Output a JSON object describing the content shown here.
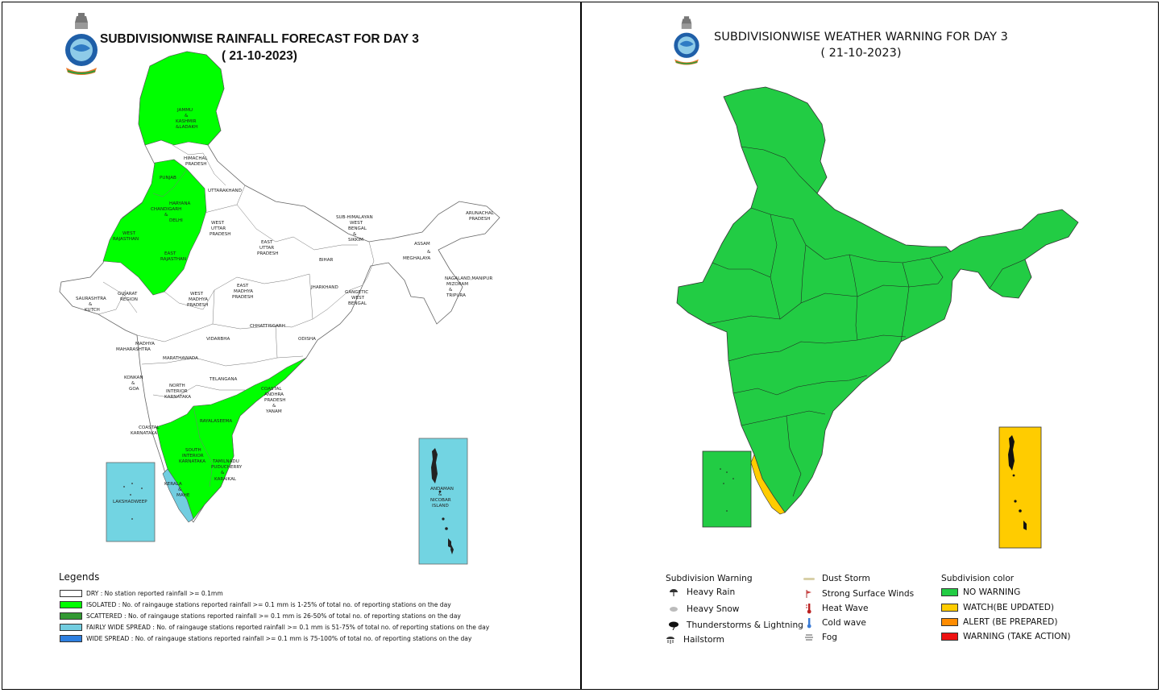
{
  "left_panel": {
    "title_line1": "SUBDIVISIONWISE RAINFALL  FORECAST FOR DAY 3",
    "title_line2": "( 21-10-2023)",
    "map_labels": [
      {
        "id": "jk1",
        "text": "JAMMU"
      },
      {
        "id": "jk2",
        "text": "&"
      },
      {
        "id": "jk3",
        "text": "KASHMIR"
      },
      {
        "id": "jk4",
        "text": "&LADAKH"
      },
      {
        "id": "hp1",
        "text": "HIMACHAL"
      },
      {
        "id": "hp2",
        "text": "PRADESH"
      },
      {
        "id": "pb",
        "text": "PUNJAB"
      },
      {
        "id": "hr1",
        "text": "HARYANA"
      },
      {
        "id": "hr2",
        "text": "CHANDIGARH"
      },
      {
        "id": "hr3",
        "text": "&"
      },
      {
        "id": "hr4",
        "text": "DELHI"
      },
      {
        "id": "uk",
        "text": "UTTARAKHAND"
      },
      {
        "id": "wr1",
        "text": "WEST"
      },
      {
        "id": "wr2",
        "text": "RAJASTHAN"
      },
      {
        "id": "er1",
        "text": "EAST"
      },
      {
        "id": "er2",
        "text": "RAJASTHAN"
      },
      {
        "id": "wu1",
        "text": "WEST"
      },
      {
        "id": "wu2",
        "text": "UTTAR"
      },
      {
        "id": "wu3",
        "text": "PRADESH"
      },
      {
        "id": "eu1",
        "text": "EAST"
      },
      {
        "id": "eu2",
        "text": "UTTAR"
      },
      {
        "id": "eu3",
        "text": "PRADESH"
      },
      {
        "id": "bh",
        "text": "BIHAR"
      },
      {
        "id": "sh1",
        "text": "SUB-HIMALAYAN"
      },
      {
        "id": "sh2",
        "text": "WEST"
      },
      {
        "id": "sh3",
        "text": "BENGAL"
      },
      {
        "id": "sh4",
        "text": "&"
      },
      {
        "id": "sh5",
        "text": "SIKKIM"
      },
      {
        "id": "ap1",
        "text": "ARUNACHAL"
      },
      {
        "id": "ap2",
        "text": "PRADESH"
      },
      {
        "id": "as1",
        "text": "ASSAM"
      },
      {
        "id": "as2",
        "text": "&"
      },
      {
        "id": "as3",
        "text": "MEGHALAYA"
      },
      {
        "id": "nm1",
        "text": "NAGALAND,MANIPUR"
      },
      {
        "id": "nm2",
        "text": "MIZORAM"
      },
      {
        "id": "nm3",
        "text": "&"
      },
      {
        "id": "nm4",
        "text": "TRIPURA"
      },
      {
        "id": "jh",
        "text": "JHARKHAND"
      },
      {
        "id": "gw1",
        "text": "GANGETIC"
      },
      {
        "id": "gw2",
        "text": "WEST"
      },
      {
        "id": "gw3",
        "text": "BENGAL"
      },
      {
        "id": "gj1",
        "text": "GUJARAT"
      },
      {
        "id": "gj2",
        "text": "REGION"
      },
      {
        "id": "sk1",
        "text": "SAURASHTRA"
      },
      {
        "id": "sk2",
        "text": "&"
      },
      {
        "id": "sk3",
        "text": "KUTCH"
      },
      {
        "id": "wm1",
        "text": "WEST"
      },
      {
        "id": "wm2",
        "text": "MADHYA"
      },
      {
        "id": "wm3",
        "text": "PRADESH"
      },
      {
        "id": "em1",
        "text": "EAST"
      },
      {
        "id": "em2",
        "text": "MADHYA"
      },
      {
        "id": "em3",
        "text": "PRADESH"
      },
      {
        "id": "ch",
        "text": "CHHATTISGARH"
      },
      {
        "id": "od",
        "text": "ODISHA"
      },
      {
        "id": "vd",
        "text": "VIDARBHA"
      },
      {
        "id": "mm1",
        "text": "MADHYA"
      },
      {
        "id": "mm2",
        "text": "MAHARASHTRA"
      },
      {
        "id": "mt",
        "text": "MARATHAWADA"
      },
      {
        "id": "kg1",
        "text": "KONKAN"
      },
      {
        "id": "kg2",
        "text": "&"
      },
      {
        "id": "kg3",
        "text": "GOA"
      },
      {
        "id": "tl",
        "text": "TELANGANA"
      },
      {
        "id": "nk1",
        "text": "NORTH"
      },
      {
        "id": "nk2",
        "text": "INTERIOR"
      },
      {
        "id": "nk3",
        "text": "KARNATAKA"
      },
      {
        "id": "ca1",
        "text": "COASTAL"
      },
      {
        "id": "ca2",
        "text": "ANDHRA"
      },
      {
        "id": "ca3",
        "text": "PRADESH"
      },
      {
        "id": "ca4",
        "text": "&"
      },
      {
        "id": "ca5",
        "text": "YANAM"
      },
      {
        "id": "ck1",
        "text": "COASTAL"
      },
      {
        "id": "ck2",
        "text": "KARNATAKA"
      },
      {
        "id": "rs",
        "text": "RAYALASEEMA"
      },
      {
        "id": "sk_1",
        "text": "SOUTH"
      },
      {
        "id": "sk_2",
        "text": "INTERIOR"
      },
      {
        "id": "sk_3",
        "text": "KARNATAKA"
      },
      {
        "id": "tn1",
        "text": "TAMILNADU"
      },
      {
        "id": "tn2",
        "text": "PUDUCHERRY"
      },
      {
        "id": "tn3",
        "text": "&"
      },
      {
        "id": "tn4",
        "text": "KARAIKAL"
      },
      {
        "id": "km1",
        "text": "KERALA"
      },
      {
        "id": "km2",
        "text": "&"
      },
      {
        "id": "km3",
        "text": "MAHE"
      },
      {
        "id": "lk",
        "text": "LAKSHADWEEP"
      },
      {
        "id": "an1",
        "text": "ANDAMAN"
      },
      {
        "id": "an2",
        "text": "&"
      },
      {
        "id": "an3",
        "text": "NICOBAR"
      },
      {
        "id": "an4",
        "text": "ISLAND"
      }
    ],
    "legend": {
      "heading": "Legends",
      "items": [
        {
          "key": "dry",
          "color": "#ffffff",
          "label": "DRY : No station reported rainfall >= 0.1mm"
        },
        {
          "key": "isolated",
          "color": "#00ff00",
          "label": "ISOLATED : No. of raingauge stations reported rainfall >= 0.1 mm is 1-25% of total no. of reporting stations on the day"
        },
        {
          "key": "scattered",
          "color": "#339933",
          "label": "SCATTERED : No. of raingauge stations reported rainfall >= 0.1 mm is 26-50% of total no. of reporting stations on the day"
        },
        {
          "key": "fairly_wide",
          "color": "#72cde0",
          "label": "FAIRLY WIDE SPREAD : No. of raingauge stations reported rainfall >= 0.1 mm is 51-75% of total no. of reporting stations on the day"
        },
        {
          "key": "wide",
          "color": "#2d7fe0",
          "label": "WIDE SPREAD : No. of raingauge stations reported rainfall >= 0.1 mm is 75-100% of total no. of reporting stations on the day"
        }
      ]
    },
    "colors": {
      "isolated": "#00ff00",
      "dry": "#ffffff",
      "fairly_wide": "#72cde0",
      "island_bg": "#72d4e2"
    }
  },
  "right_panel": {
    "title_line1": "SUBDIVISIONWISE WEATHER WARNING FOR DAY 3",
    "title_line2": "( 21-10-2023)",
    "warning_heading": "Subdivision Warning",
    "warnings_col1": [
      {
        "icon": "heavy-rain-icon",
        "label": "Heavy Rain"
      },
      {
        "icon": "heavy-snow-icon",
        "label": "Heavy Snow"
      },
      {
        "icon": "thunderstorm-icon",
        "label": "Thunderstorms & Lightning"
      },
      {
        "icon": "hailstorm-icon",
        "label": "Hailstorm"
      }
    ],
    "warnings_col2": [
      {
        "icon": "dust-storm-icon",
        "label": "Dust Storm"
      },
      {
        "icon": "strong-wind-icon",
        "label": "Strong Surface Winds"
      },
      {
        "icon": "heat-wave-icon",
        "label": "Heat Wave"
      },
      {
        "icon": "cold-wave-icon",
        "label": "Cold wave"
      },
      {
        "icon": "fog-icon",
        "label": "Fog"
      }
    ],
    "color_heading": "Subdivision color",
    "colors_legend": [
      {
        "color": "#22cc44",
        "label": "NO WARNING"
      },
      {
        "color": "#ffcc00",
        "label": "WATCH(BE UPDATED)"
      },
      {
        "color": "#ff8c00",
        "label": "ALERT (BE PREPARED)"
      },
      {
        "color": "#ee1111",
        "label": "WARNING (TAKE ACTION)"
      }
    ],
    "colors": {
      "no_warning": "#22cc44",
      "watch": "#ffcc00"
    }
  }
}
